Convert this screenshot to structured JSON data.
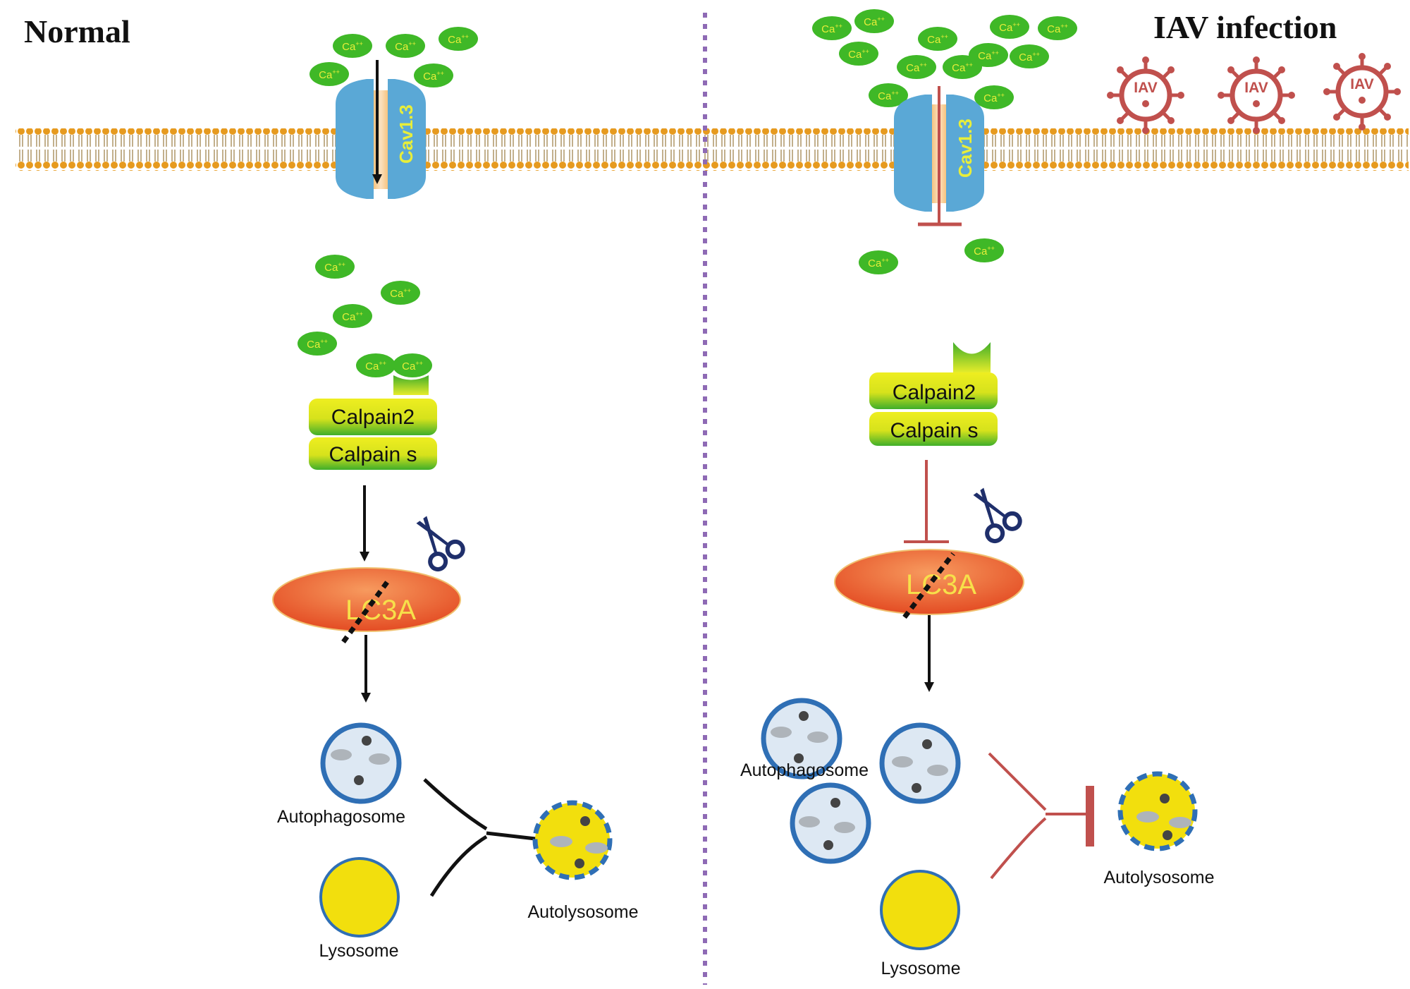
{
  "panels": {
    "normal": {
      "title": "Normal",
      "channel_label": "Cav1.3",
      "calpain_top": "Calpain2",
      "calpain_bottom": "Calpain s",
      "lc3_label": "LC3A",
      "autophagosome_label": "Autophagosome",
      "lysosome_label": "Lysosome",
      "autolysosome_label": "Autolysosome"
    },
    "infection": {
      "title": "IAV infection",
      "channel_label": "Cav1.3",
      "virus_label": "IAV",
      "calpain_top": "Calpain2",
      "calpain_bottom": "Calpain s",
      "lc3_label": "LC3A",
      "autophagosome_label": "Autophagosome",
      "lysosome_label": "Lysosome",
      "autolysosome_label": "Autolysosome"
    }
  },
  "ion_label": "Ca",
  "ion_charge": "++",
  "colors": {
    "ion": "#3fb827",
    "ion_text": "#e8ee3a",
    "channel": "#5aa8d6",
    "channel_pore": "#f0a63a",
    "membrane_head": "#e69a1f",
    "calpain_top": "#ecec22",
    "calpain_bottom": "#4cb82a",
    "lc3": "#e8572a",
    "lc3_text": "#f7e04a",
    "vesicle_border": "#2f6fb5",
    "vesicle_fill": "#dde8f3",
    "lysosome_fill": "#f2df0d",
    "inhibit": "#c0504d",
    "virus": "#c0504d",
    "divider": "#8e6ab5",
    "scissors": "#1f2f6b"
  }
}
